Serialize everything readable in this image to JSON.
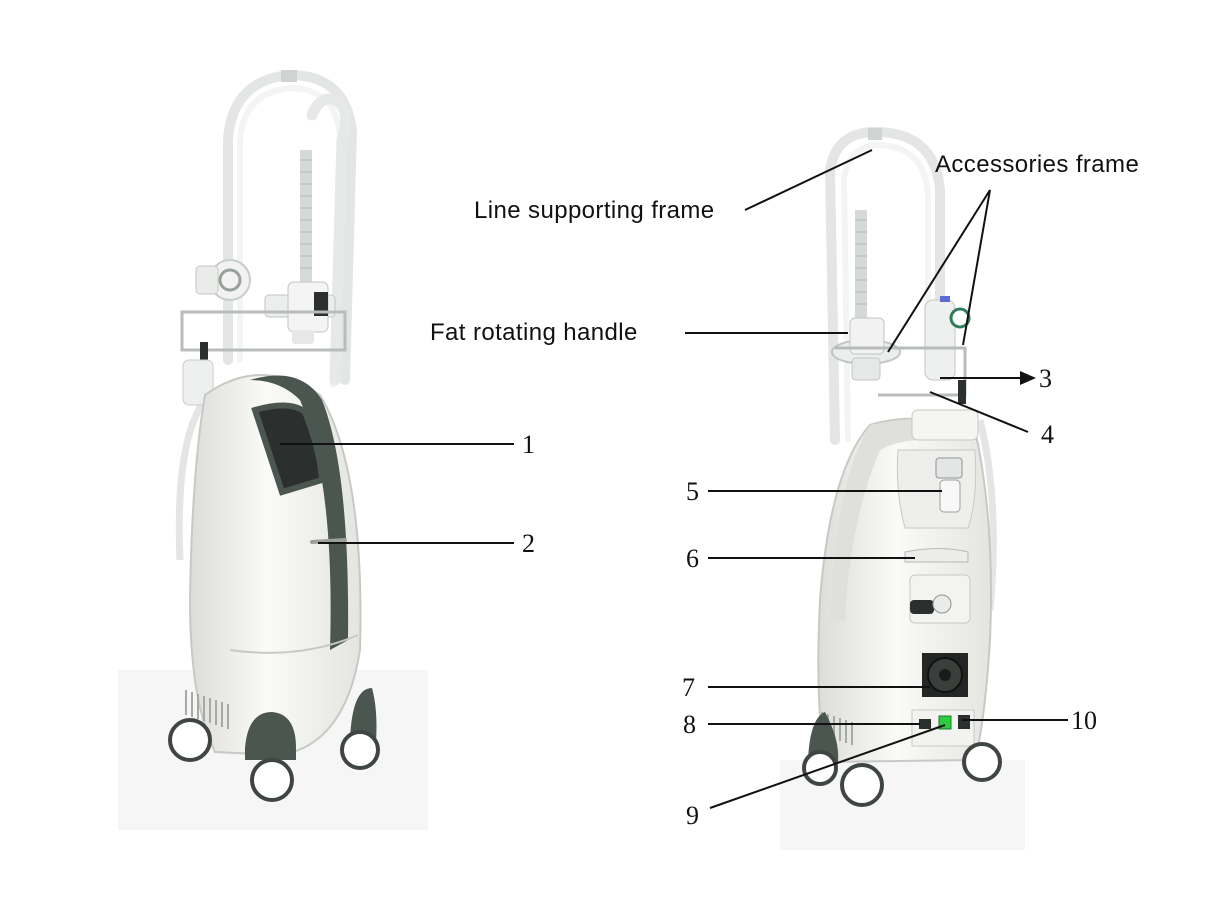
{
  "labels": {
    "line_supporting_frame": "Line supporting frame",
    "accessories_frame": "Accessories frame",
    "fat_rotating_handle": "Fat rotating handle",
    "front": [
      "1",
      "2"
    ],
    "rear": [
      "3",
      "4",
      "5",
      "6",
      "7",
      "8",
      "9",
      "10"
    ]
  },
  "colors": {
    "body_white": "#f4f4f2",
    "body_shade": "#dcdcd8",
    "accent_dark": "#4b5650",
    "screen": "#2b2f2d",
    "tube": "#e9ecea",
    "led_green": "#2ecc40"
  }
}
